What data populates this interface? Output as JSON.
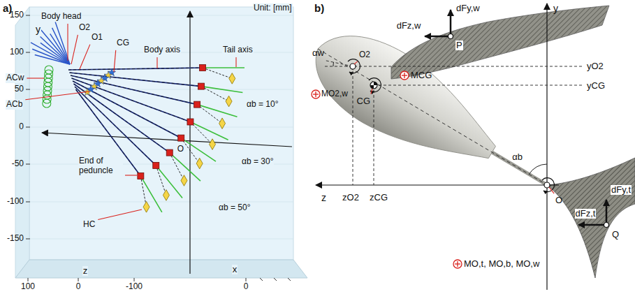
{
  "diagram": {
    "labels": [
      "a)",
      "Unit: [mm]",
      "150",
      "100",
      "50",
      "0",
      "-50",
      "-100",
      "-150",
      "y",
      "Body head",
      "O2",
      "O1",
      "CG",
      "Body axis",
      "Tail axis",
      "ACw",
      "ACb",
      "αb = 10°",
      "O",
      "αb = 30°",
      "End of peduncle",
      "αb = 50°",
      "HC",
      "z",
      "x",
      "100",
      "0",
      "-100",
      "0",
      "b)",
      "dFy,w",
      "dFz,w",
      "P",
      "αw",
      "O2",
      "yO2",
      "yCG",
      "MO2,w",
      "CG",
      "MCG",
      "y",
      "z",
      "zO2",
      "zCG",
      "αb",
      "O",
      "dFy,t",
      "dFz,t",
      "Q",
      "MO,t, MO,b, MO,w"
    ]
  }
}
